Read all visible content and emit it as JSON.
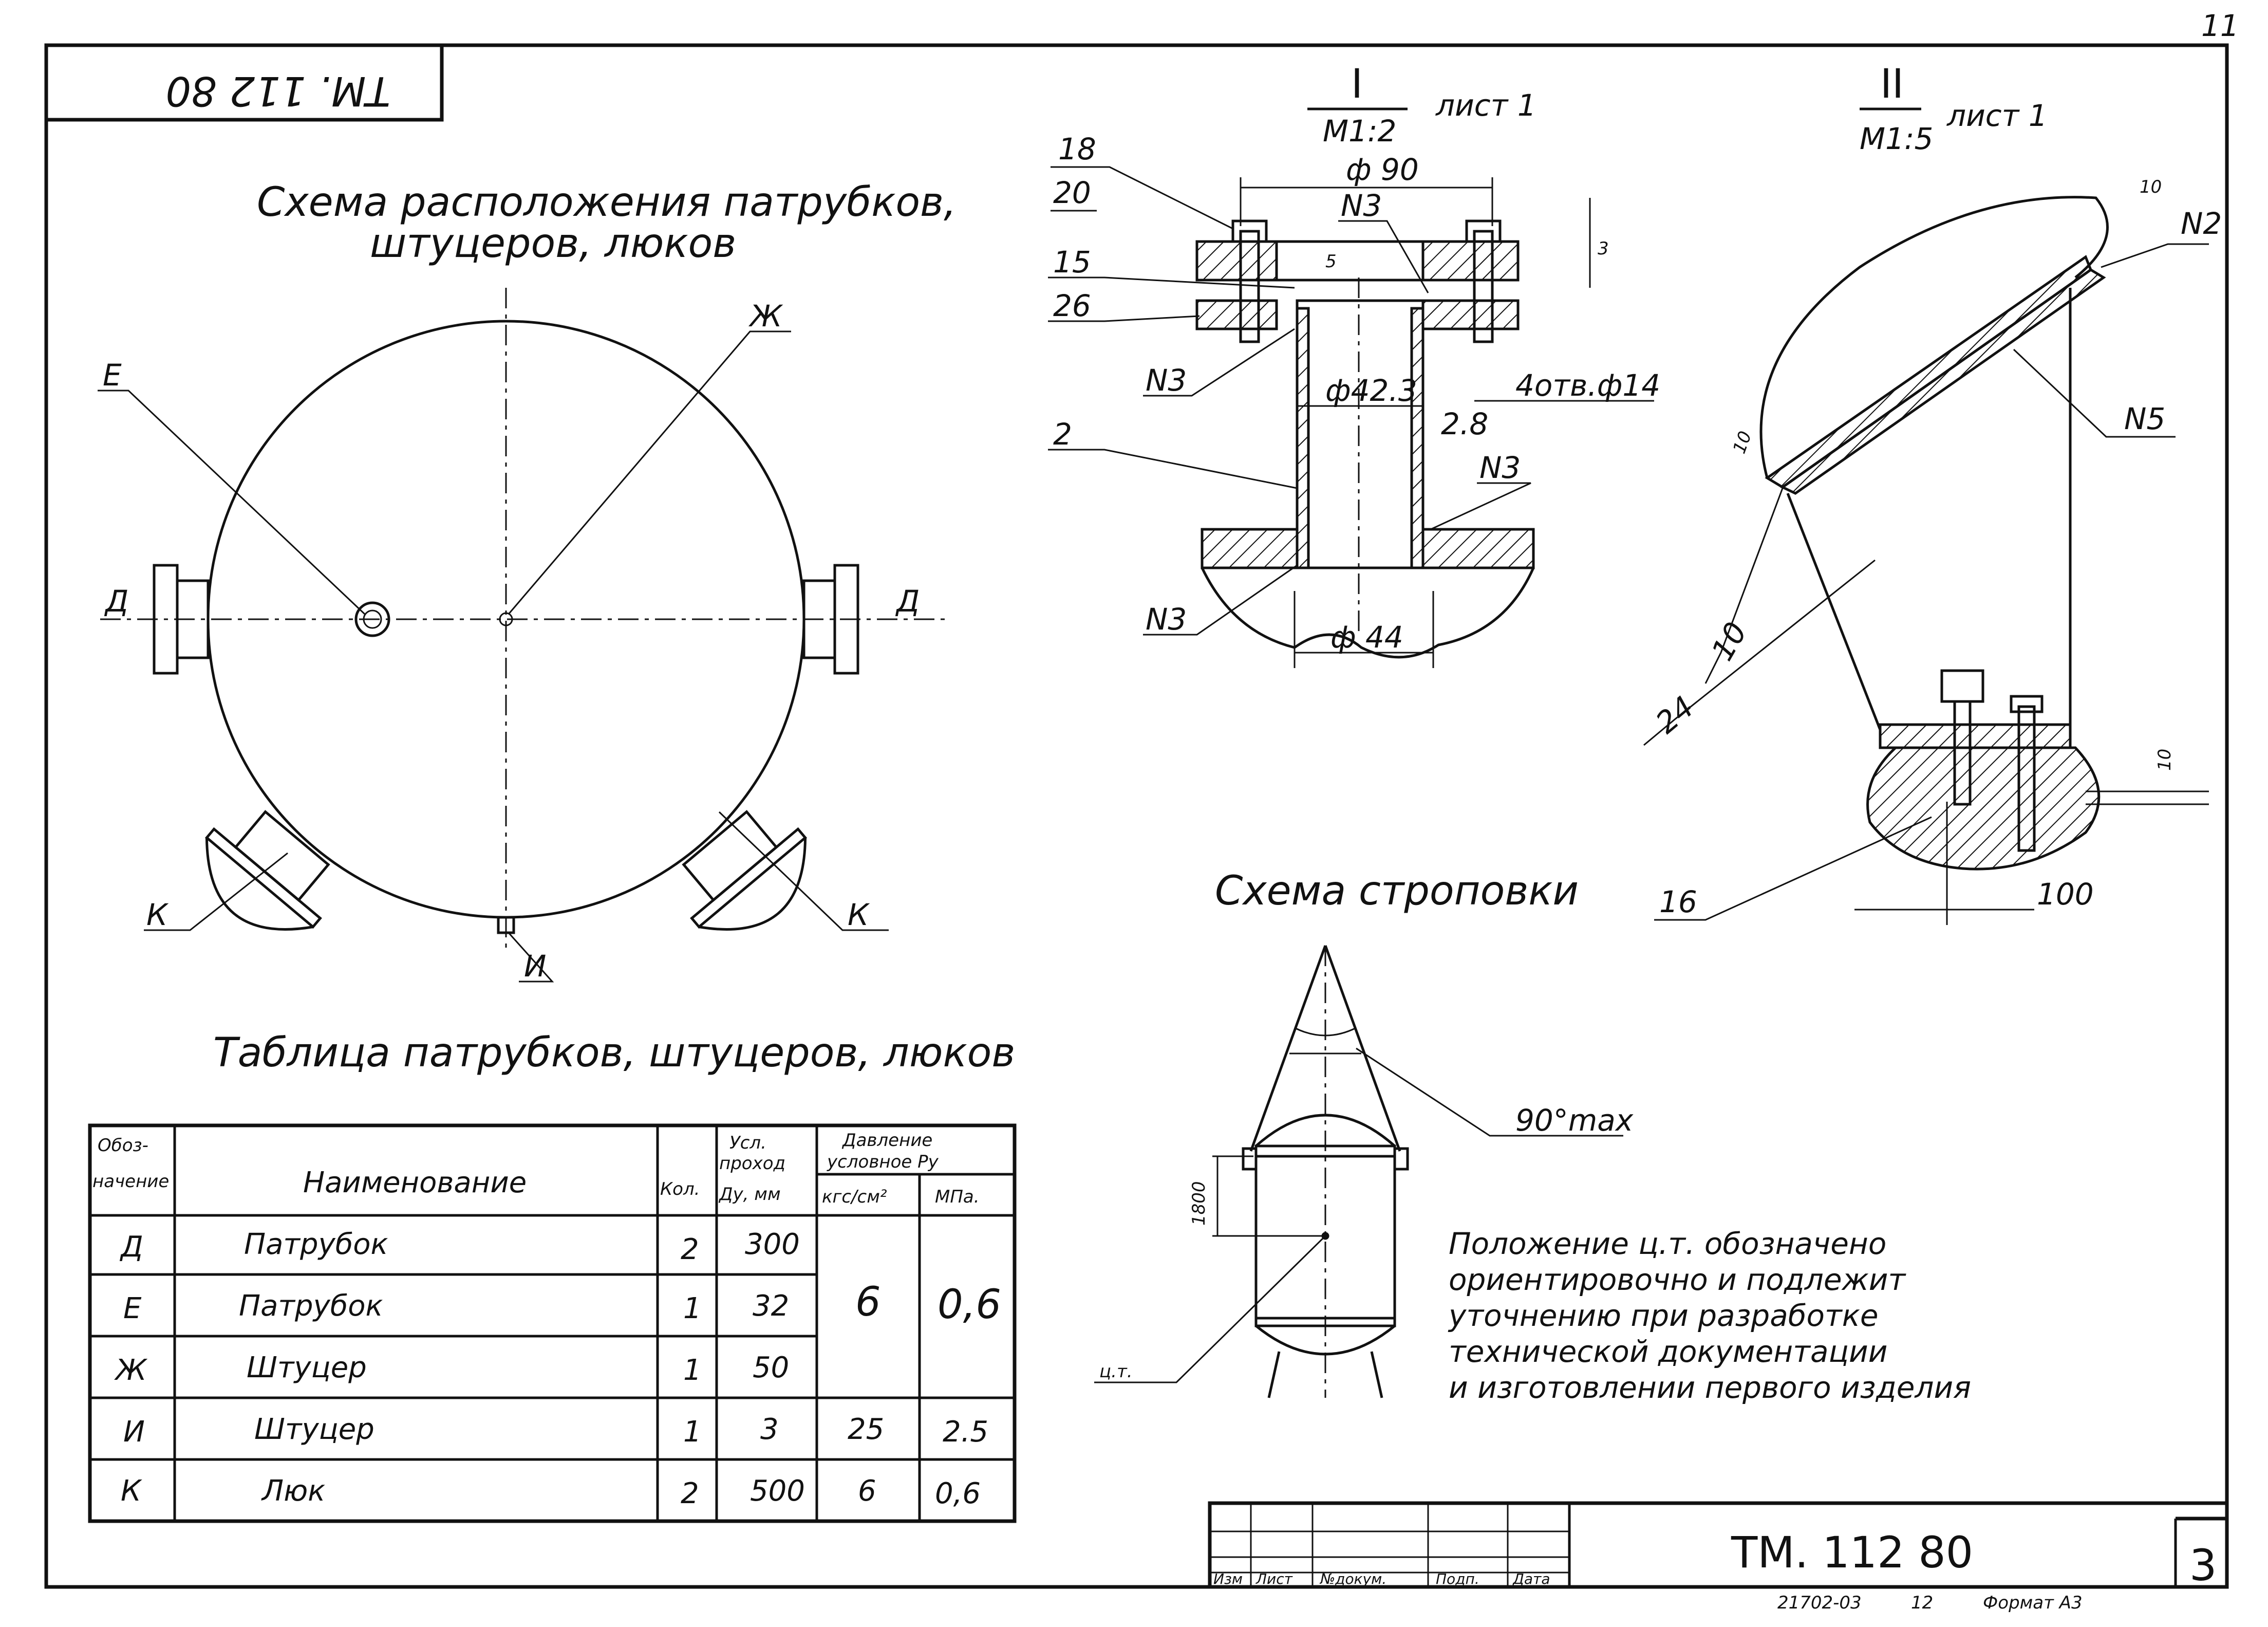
{
  "corner_stamp": "ТМ. 112 80",
  "sheet_top_number": "11",
  "nozzle_scheme": {
    "title_line1": "Схема расположения патрубков,",
    "title_line2": "штуцеров, люков",
    "labels": {
      "e": "Е",
      "zh": "Ж",
      "d_left": "Д",
      "d_right": "Д",
      "k_left": "К",
      "k_right": "К",
      "i": "И"
    }
  },
  "detail_1": {
    "roman": "I",
    "scale": "М1:2",
    "sheet": "лист 1",
    "dims": {
      "flange_dia": "ф 90",
      "pipe_dia": "ф42.3",
      "wall": "2.8",
      "hole_dia": "ф 44",
      "holes": "4отв.ф14",
      "gap": "5",
      "thk": "3"
    },
    "callouts": [
      "18",
      "20",
      "15",
      "26",
      "2",
      "N3",
      "N3",
      "N3",
      "N3"
    ]
  },
  "detail_2": {
    "roman": "II",
    "scale": "М1:5",
    "sheet": "лист 1",
    "dims": {
      "d10a": "10",
      "d10b": "10",
      "d10c": "10",
      "d100": "100"
    },
    "callouts": [
      "N2",
      "N5",
      "10",
      "24",
      "16"
    ]
  },
  "sling_scheme": {
    "title": "Схема строповки",
    "angle": "90°max",
    "height": "1800",
    "cg": "ц.т.",
    "note": [
      "Положение ц.т. обозначено",
      "ориентировочно и подлежит",
      "уточнению при разработке",
      "технической документации",
      "и изготовлении первого изделия"
    ]
  },
  "nozzle_table": {
    "title": "Таблица патрубков, штуцеров, люков",
    "headers": {
      "designation": [
        "Обоз-",
        "начение"
      ],
      "name": "Наименование",
      "qty": "Кол.",
      "nominal_bore": [
        "Усл.",
        "проход",
        "Ду, мм"
      ],
      "pressure": [
        "Давление",
        "условное Ру"
      ],
      "pressure_kgf": "кгс/см²",
      "pressure_mpa": "МПа."
    },
    "rows": [
      {
        "designation": "Д",
        "name": "Патрубок",
        "qty": "2",
        "bore": "300"
      },
      {
        "designation": "Е",
        "name": "Патрубок",
        "qty": "1",
        "bore": "32"
      },
      {
        "designation": "Ж",
        "name": "Штуцер",
        "qty": "1",
        "bore": "50"
      },
      {
        "designation": "И",
        "name": "Штуцер",
        "qty": "1",
        "bore": "3",
        "kgf": "25",
        "mpa": "2.5"
      },
      {
        "designation": "К",
        "name": "Люк",
        "qty": "2",
        "bore": "500",
        "kgf": "6",
        "mpa": "0,6"
      }
    ],
    "merged_kgf": "6",
    "merged_mpa": "0,6"
  },
  "title_block": {
    "code": "ТМ. 112 80",
    "sheet_no": "3",
    "col_headers": [
      "Изм",
      "Лист",
      "№докум.",
      "Подп.",
      "Дата"
    ],
    "footer_left": "21702-03",
    "footer_mid": "12",
    "footer_right": "Формат А3"
  }
}
